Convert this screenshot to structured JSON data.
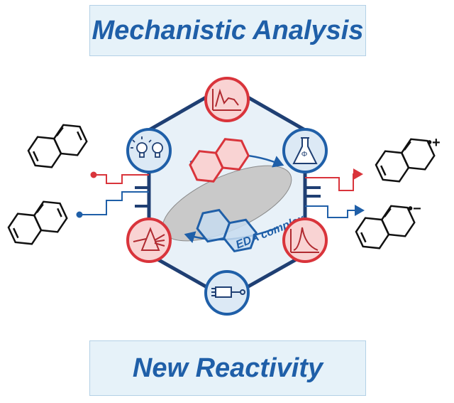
{
  "title_top": "Mechanistic Analysis",
  "title_bottom": "New Reactivity",
  "center_label": "EDA complex",
  "cation_charge": "•+",
  "anion_charge": "•−",
  "icons": {
    "top": "transient-absorption-spectrum-icon",
    "upper_right": "quantum-yield-flask-icon",
    "lower_right": "emission-spectrum-icon",
    "bottom": "electrochemistry-probe-icon",
    "lower_left": "prism-spectroscopy-icon",
    "upper_left": "light-bulbs-icon"
  },
  "colors": {
    "blue": "#1f5fa8",
    "red": "#d9343b",
    "banner_fill": "#e6f2f9",
    "red_fill": "#f9d3d3",
    "blue_fill": "#dce9f5"
  }
}
